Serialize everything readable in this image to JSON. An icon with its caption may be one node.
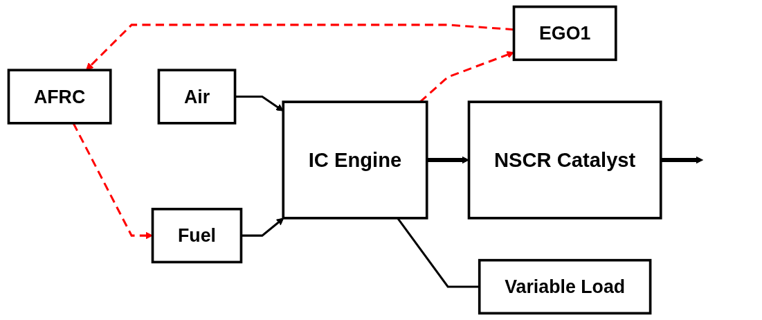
{
  "diagram": {
    "nodes": [
      {
        "text": [
          "AFRC"
        ]
      },
      {
        "text": [
          "EGO1"
        ]
      },
      {
        "text": [
          "Fuel"
        ]
      },
      {
        "text": [
          "IC Engine"
        ]
      },
      {
        "text": [
          "Air"
        ]
      },
      {
        "text": [
          "NSCR Catalyst"
        ]
      },
      {
        "text": [
          "Variable Load"
        ]
      }
    ],
    "edges": [
      {
        "from": 1,
        "to": 0,
        "arrow": "to",
        "style": "dashed",
        "color": "#ff0000"
      },
      {
        "from": 0,
        "to": 2,
        "arrow": "to",
        "style": "dashed",
        "color": "#ff0000"
      },
      {
        "from": 2,
        "to": 3,
        "arrow": "to"
      },
      {
        "from": 4,
        "to": 3,
        "arrow": "to"
      },
      {
        "from": 3,
        "to": 5,
        "arrow": "to",
        "style": "thick"
      },
      {
        "from": 3,
        "to": 1,
        "arrow": "to",
        "style": "dashed",
        "color": "#ff0000"
      },
      {
        "from": 5,
        "to": null,
        "arrow": "to",
        "style": "thick"
      },
      {
        "from": 3,
        "to": 6,
        "arrow": "none"
      }
    ]
  }
}
